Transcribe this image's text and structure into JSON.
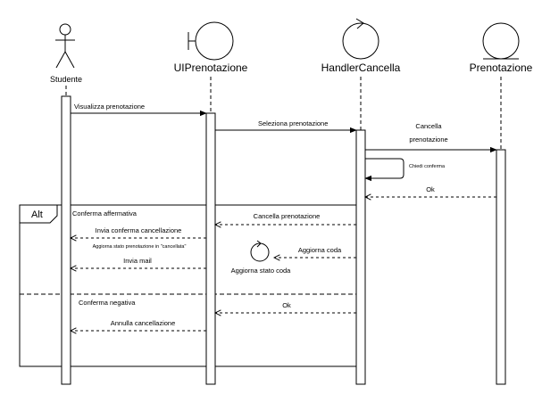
{
  "participants": {
    "studente": "Studente",
    "ui": "UIPrenotazione",
    "handler": "HandlerCancella",
    "entity": "Prenotazione"
  },
  "messages": {
    "m1": "Visualizza prenotazione",
    "m2": "Seleziona prenotazione",
    "m3a": "Cancella",
    "m3b": "prenotazione",
    "m4": "Chiedi conferma",
    "m5": "Ok",
    "m6": "Cancella prenotazione",
    "m7": "Invia conferma cancellazione",
    "m8": "Aggiorna stato prenotazione in \"cancellata\"",
    "m9": "Invia mail",
    "m10": "Aggiorna coda",
    "m11": "Aggiorna stato coda",
    "m12": "Ok",
    "m13": "Annulla cancellazione"
  },
  "fragment": {
    "operator": "Alt",
    "guard1": "Conferma affermativa",
    "guard2": "Conferma negativa"
  }
}
